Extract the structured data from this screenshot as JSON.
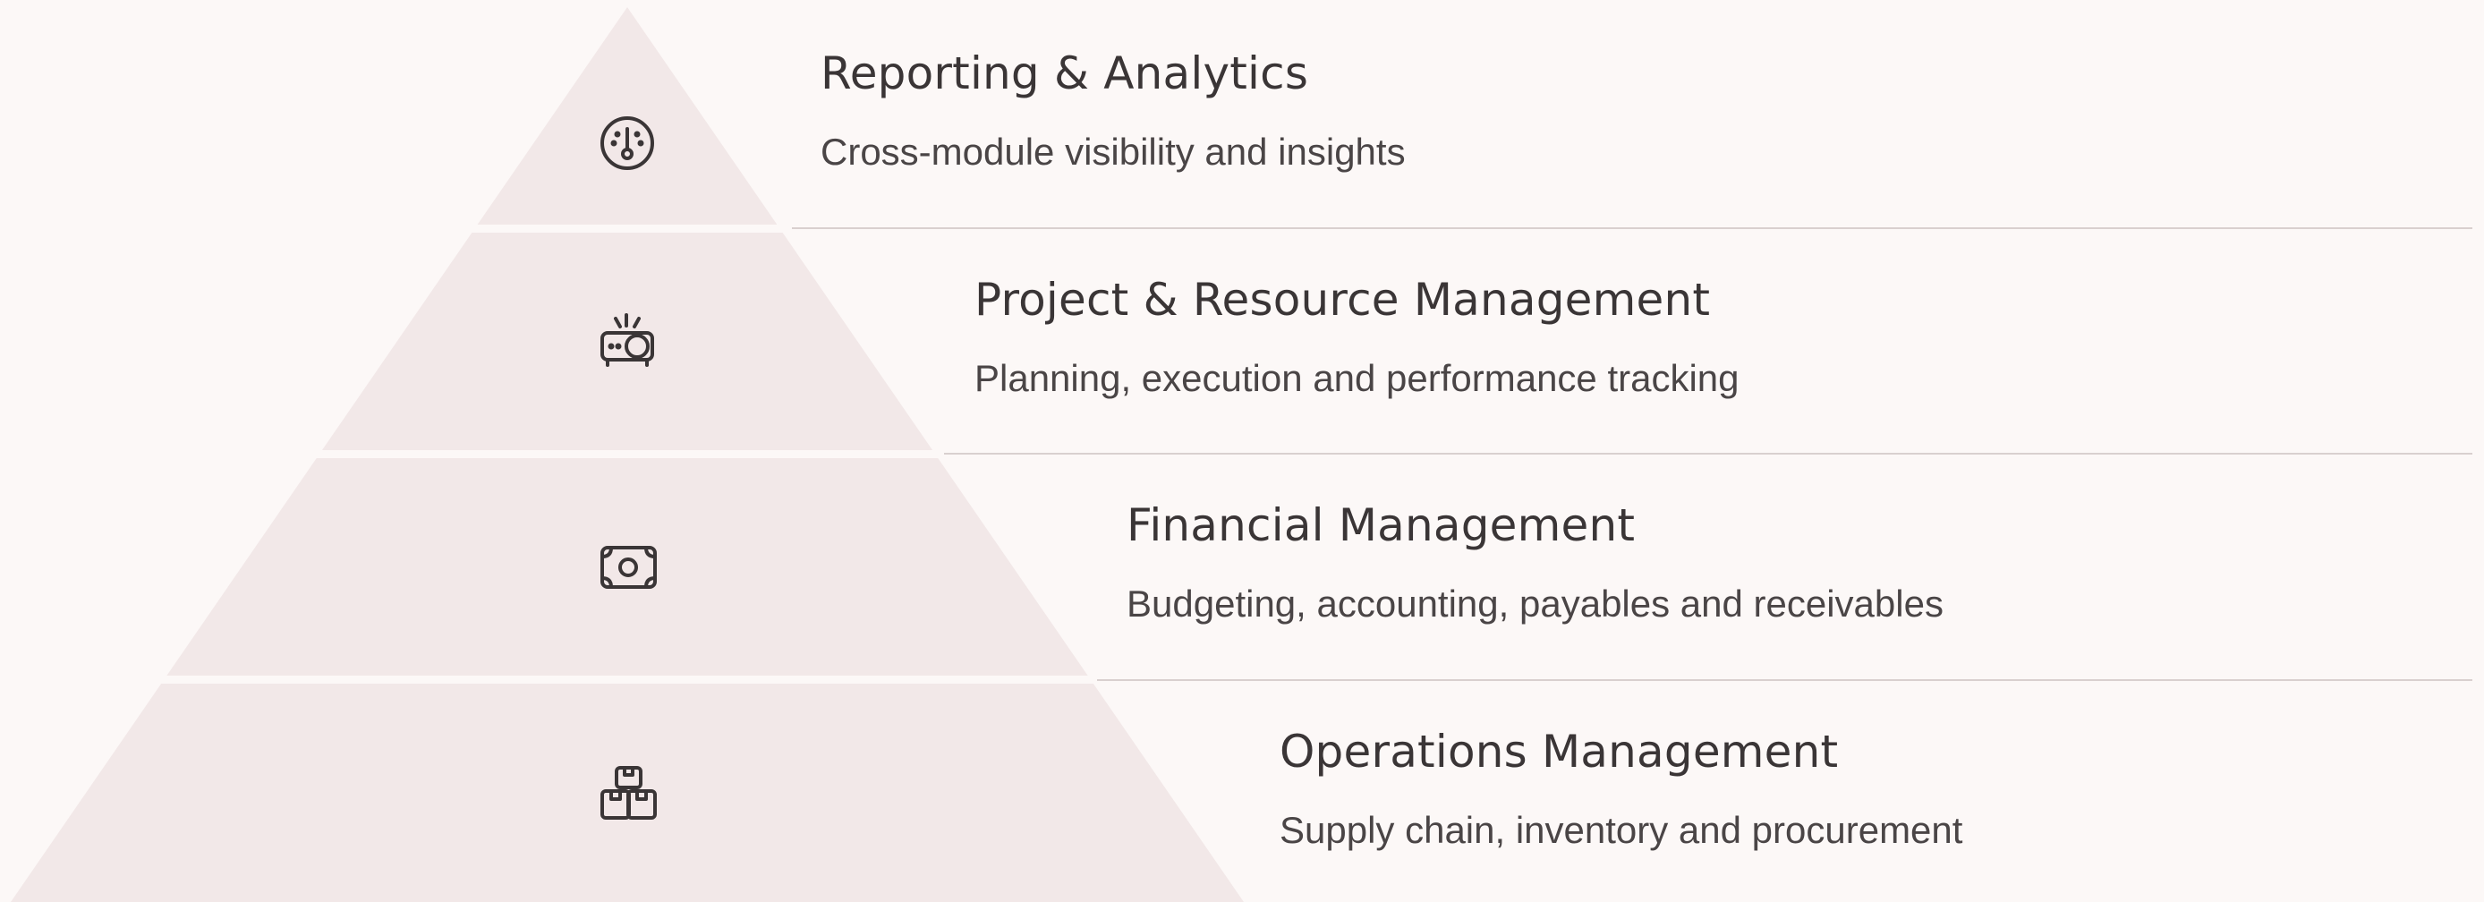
{
  "colors": {
    "background": "#fcf8f7",
    "layer_fill": "#f2e8e8",
    "separator": "#fcf8f7",
    "divider": "#d9d0cf",
    "icon_stroke": "#3a3536",
    "title_text": "#3a3536",
    "desc_text": "#4a4546"
  },
  "layers": [
    {
      "title": "Reporting & Analytics",
      "description": "Cross-module visibility and insights",
      "icon": "dashboard-gauge-icon"
    },
    {
      "title": "Project & Resource Management",
      "description": "Planning, execution and performance tracking",
      "icon": "projector-icon"
    },
    {
      "title": "Financial Management",
      "description": "Budgeting, accounting, payables and receivables",
      "icon": "banknote-icon"
    },
    {
      "title": "Operations Management",
      "description": "Supply chain, inventory and procurement",
      "icon": "boxes-icon"
    }
  ]
}
